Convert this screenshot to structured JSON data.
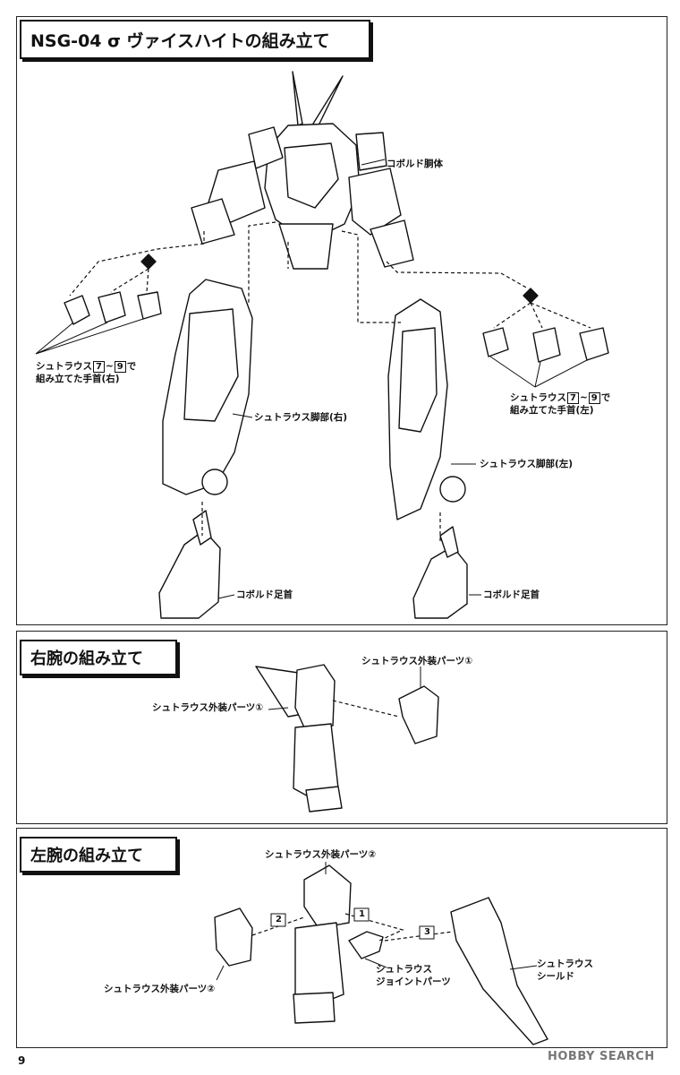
{
  "page": {
    "number": "9",
    "watermark": "HOBBY SEARCH"
  },
  "section1": {
    "title": "NSG-04 σ ヴァイスハイトの組み立て",
    "labels": {
      "torso": "コボルド胴体",
      "hand_right_line1": "シュトラウス",
      "hand_right_n1": "7",
      "hand_right_n2": "9",
      "hand_right_tail": "で",
      "hand_right_line2": "組み立てた手首(右)",
      "hand_left_line1": "シュトラウス",
      "hand_left_n1": "7",
      "hand_left_n2": "9",
      "hand_left_tail": "で",
      "hand_left_line2": "組み立てた手首(左)",
      "leg_right": "シュトラウス脚部(右)",
      "leg_left": "シュトラウス脚部(左)",
      "foot_right": "コボルド足首",
      "foot_left": "コボルド足首"
    }
  },
  "section2": {
    "title": "右腕の組み立て",
    "labels": {
      "armor_top": "シュトラウス外装パーツ①",
      "armor_left": "シュトラウス外装パーツ①"
    }
  },
  "section3": {
    "title": "左腕の組み立て",
    "labels": {
      "armor_top": "シュトラウス外装パーツ②",
      "armor_bottom": "シュトラウス外装パーツ②",
      "joint_line1": "シュトラウス",
      "joint_line2": "ジョイントパーツ",
      "shield_line1": "シュトラウス",
      "shield_line2": "シールド",
      "step1": "1",
      "step2": "2",
      "step3": "3"
    }
  }
}
